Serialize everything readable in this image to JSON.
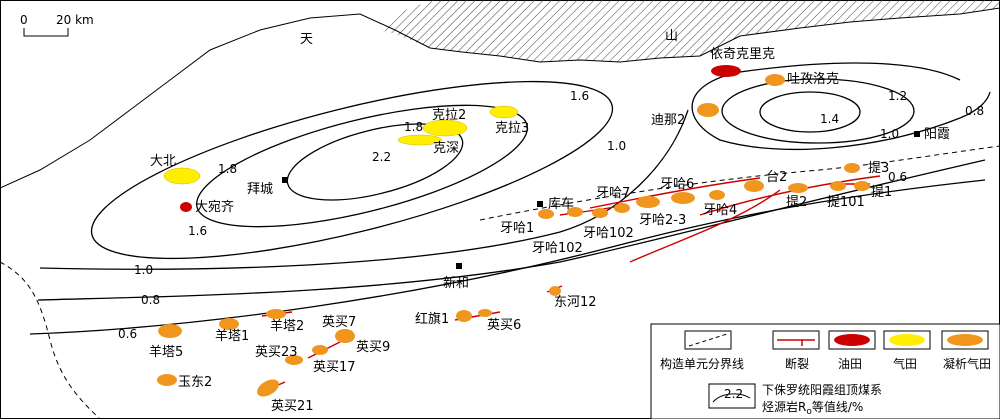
{
  "scale": {
    "zero": "0",
    "distance": "20 km"
  },
  "mountain_chars": [
    "天",
    "山"
  ],
  "contours": {
    "c18": "1.8",
    "c22": "2.2",
    "c16a": "1.6",
    "c16b": "1.6",
    "c10a": "1.0",
    "c10b": "1.0",
    "c08a": "0.8",
    "c08b": "0.8",
    "c06a": "0.6",
    "c06b": "0.6",
    "c12": "1.2",
    "c14": "1.4",
    "c10c": "1.0",
    "c18b": "1.8"
  },
  "towns": {
    "baicheng": "拜城",
    "kuche": "库车",
    "xinhe": "新和",
    "yangxia": "阳霞"
  },
  "fields": {
    "kela2": "克拉2",
    "kela3": "克拉3",
    "keshen": "克深",
    "dabei": "大北",
    "dawanqi": "大宛齐",
    "yiqikelike": "依奇克里克",
    "tuziluoke": "吐孜洛克",
    "dina2": "迪那2",
    "yaha7": "牙哈7",
    "yaha6": "牙哈6",
    "yaha1": "牙哈1",
    "yaha102": "牙哈102",
    "yaha102b": "牙哈102",
    "yaha23": "牙哈2-3",
    "yaha4": "牙哈4",
    "tai2": "台2",
    "ti3": "提3",
    "ti1": "提1",
    "ti2": "提2",
    "ti101": "提101",
    "donghe12": "东河12",
    "hongqi1": "红旗1",
    "yingmai6": "英买6",
    "yingmai7": "英买7",
    "yingmai9": "英买9",
    "yingmai23": "英买23",
    "yingmai17": "英买17",
    "yingmai21": "英买21",
    "yangta5": "羊塔5",
    "yangta1": "羊塔1",
    "yangta2": "羊塔2",
    "yudong2": "玉东2"
  },
  "legend": {
    "boundary": "构造单元分界线",
    "fault": "断裂",
    "oil": "油田",
    "gas": "气田",
    "condensate": "凝析气田",
    "contour_title": "下侏罗统阳霞组顶煤系",
    "contour_title2_pre": "烃源岩R",
    "contour_title2_sub": "o",
    "contour_title2_post": "等值线/%",
    "contour_sample": "2.2"
  },
  "colors": {
    "oil": "#cc0000",
    "gas": "#ffee00",
    "condensate": "#f0961e",
    "fault": "#cc0000"
  }
}
